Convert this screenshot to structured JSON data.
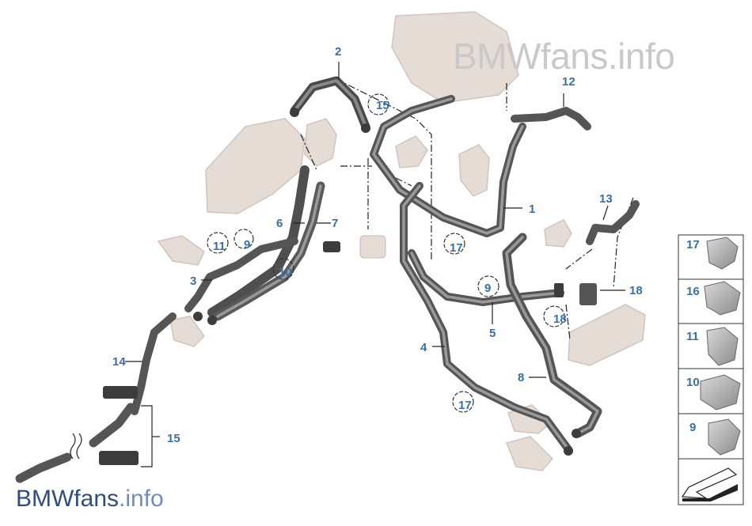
{
  "watermark_top": {
    "brand": "BMWfans",
    "tld": ".info"
  },
  "watermark_bottom": {
    "brand": "BMWfans",
    "tld": ".info"
  },
  "callouts": [
    "1",
    "2",
    "3",
    "4",
    "5",
    "6",
    "7",
    "8",
    "9",
    "10",
    "11",
    "12",
    "13",
    "14",
    "15",
    "16",
    "17",
    "17",
    "18",
    "9",
    "10",
    "11",
    "16",
    "17"
  ],
  "legend": [
    "17",
    "16",
    "11",
    "10",
    "9"
  ],
  "colors": {
    "callout": "#3a6fa5",
    "hose": "#5e5e5e",
    "ghost": "#e3d8d2"
  }
}
